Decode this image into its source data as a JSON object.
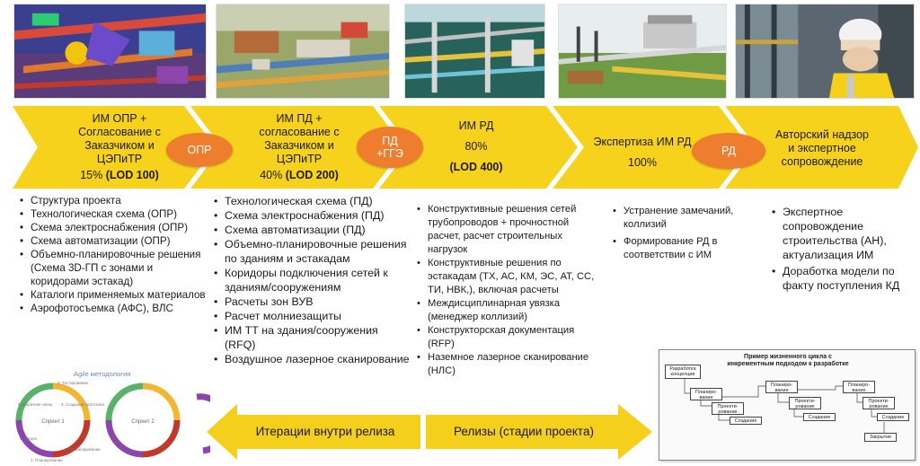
{
  "stages": [
    {
      "lines": [
        "ИМ ОПР +",
        "Согласование с",
        "Заказчиком и",
        "ЦЭПиТР"
      ],
      "percent": "15%",
      "lod": "(LOD 100)"
    },
    {
      "lines": [
        "ИМ ПД +",
        "согласование с",
        "Заказчиком и",
        "ЦЭПиТР"
      ],
      "percent": "40%",
      "lod": "(LOD 200)"
    },
    {
      "lines": [
        "ИМ РД"
      ],
      "percent": "80%",
      "lod": "(LOD 400)"
    },
    {
      "lines": [
        "Экспертиза ИМ РД"
      ],
      "percent": "100%",
      "lod": ""
    },
    {
      "lines": [
        "Авторский надзор",
        "и экспертное",
        "сопровождение"
      ],
      "percent": "",
      "lod": ""
    }
  ],
  "ovals": {
    "opr": "ОПР",
    "pd_gge_1": "ПД",
    "pd_gge_2": "+ГГЭ",
    "rd": "РД"
  },
  "columns": [
    {
      "items": [
        "Структура проекта",
        "Технологическая схема (ОПР)",
        "Схема электроснабжения (ОПР)",
        "Схема автоматизации (ОПР)",
        "Объемно-планировочные решения (Схема 3D-ГП с зонами и коридорами эстакад)",
        "Каталоги применяемых материалов",
        "Аэрофотосъемка (АФС), ВЛС"
      ]
    },
    {
      "items": [
        "Технологическая схема (ПД)",
        "Схема электроснабжения (ПД)",
        "Схема автоматизации (ПД)",
        "Объемно-планировочные решения по зданиям и эстакадам",
        "Коридоры подключения сетей к зданиям/сооружениям",
        "Расчеты зон ВУВ",
        "Расчет молниезащиты",
        "ИМ ТТ на здания/сооружения (RFQ)",
        "Воздушное лазерное сканирование"
      ]
    },
    {
      "items": [
        "Конструктивные решения сетей трубопроводов + прочностной расчет, расчет строительных нагрузок",
        "Конструктивные решения по эстакадам (ТХ, АС, КМ, ЭС, АТ, СС, ТИ, НВК,), включая расчеты",
        "Междисциплинарная увязка (менеджер коллизий)",
        "Конструкторская документация (RFP)",
        "Наземное лазерное сканирование (НЛС)"
      ]
    },
    {
      "items": [
        "Устранение замечаний, коллизий",
        "Формирование РД в соответствии с ИМ"
      ]
    },
    {
      "items": [
        "Экспертное сопровождение строительства (АН), актуализация ИМ",
        "Доработка модели по факту поступления КД"
      ]
    }
  ],
  "arrows": {
    "left": "Итерации внутри релиза",
    "right": "Релизы (стадии проекта)"
  },
  "agile": {
    "title": "Agile методология",
    "cycle1": "Спринт 1",
    "cycle2": "Спринт 2",
    "c_test": "4. Тестирование",
    "c_review": "5. Обратная связь",
    "c_create": "3. Создание прототипа",
    "c_launch": "6. Запуск",
    "c_design": "2. Проектирование",
    "c_plan": "1. Планирование"
  },
  "lifecycle": {
    "title_1": "Пример жизненного цикла с",
    "title_2": "инкрементным подходом к разработке",
    "n_concept": "Разработка концепции",
    "n_plan": "Планиро-вание",
    "n_design": "Проекти-рование",
    "n_build": "Создание",
    "n_close": "Закрытие"
  },
  "colors": {
    "chevron": "#f7d21c",
    "oval": "#ee7d2e",
    "arrow": "#f4cf1b"
  }
}
